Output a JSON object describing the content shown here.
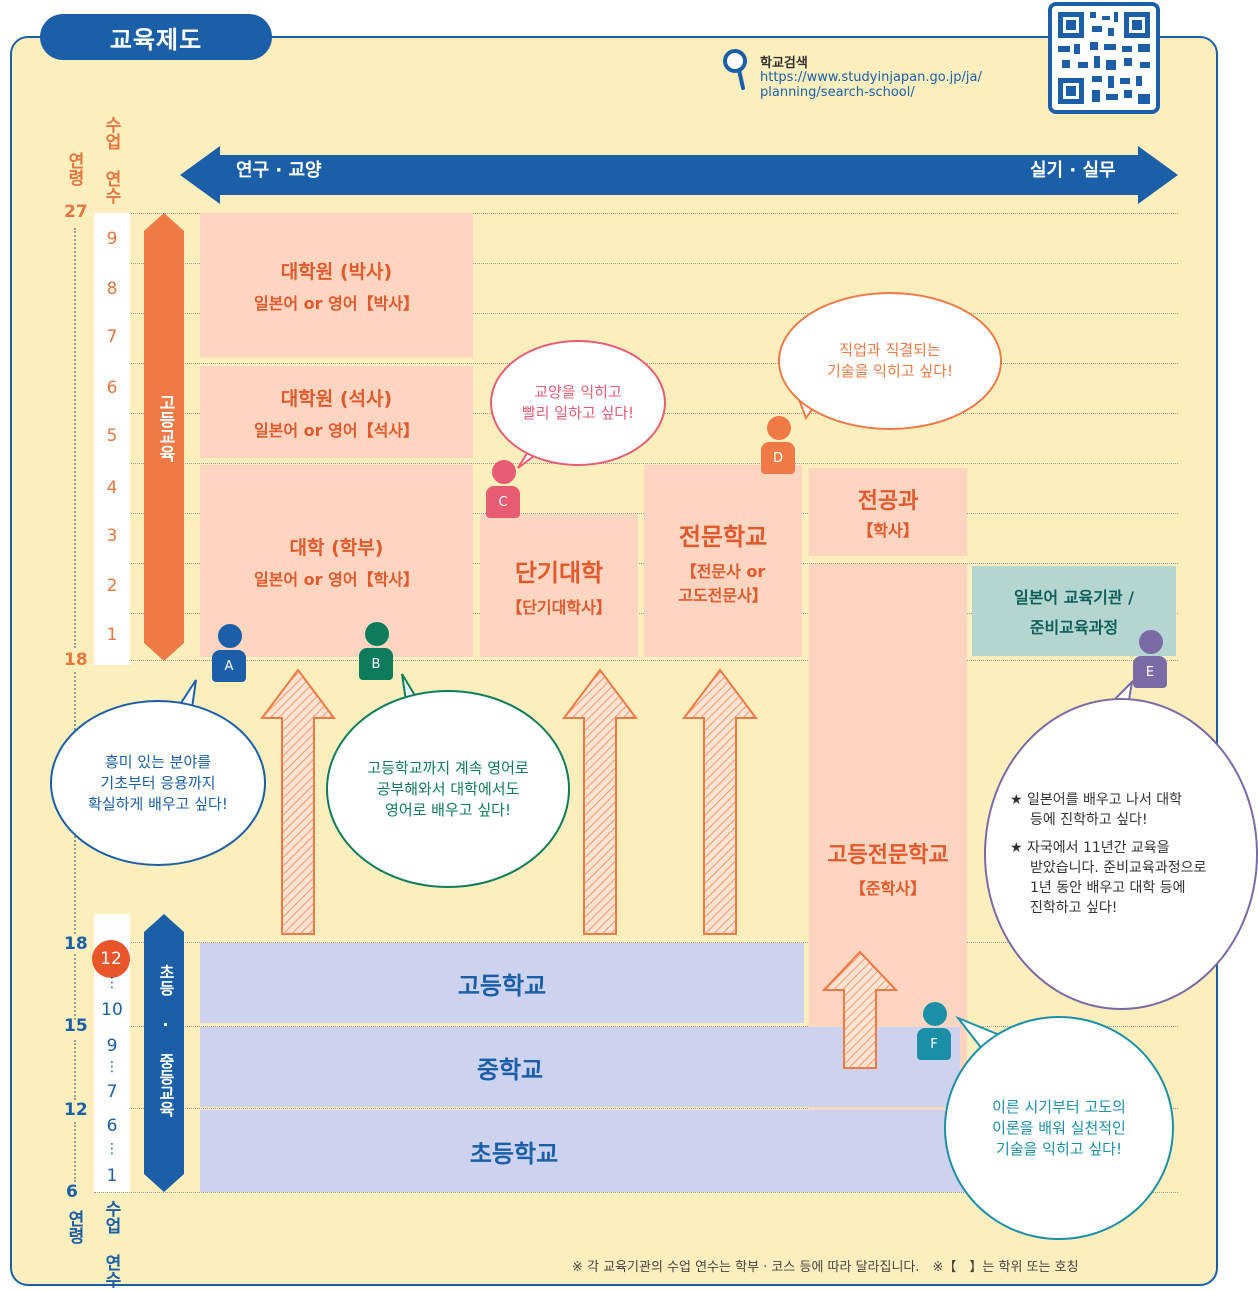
{
  "title": "교육제도",
  "search": {
    "heading": "학교검색",
    "url_line1": "https://www.studyinjapan.go.jp/ja/",
    "url_line2": "planning/search-school/"
  },
  "arrow": {
    "left": "연구 · 교양",
    "right": "실기 · 실무"
  },
  "axis_top": {
    "age_label": "연령",
    "years_label": "수업 연수"
  },
  "axis_bottom": {
    "age_label": "연령",
    "years_label": "수업 연수"
  },
  "ages": {
    "a27": "27",
    "a18_top": "18",
    "a18_low": "18",
    "a15": "15",
    "a12": "12",
    "a6": "6"
  },
  "higher_years": [
    "9",
    "8",
    "7",
    "6",
    "5",
    "4",
    "3",
    "2",
    "1"
  ],
  "lower_years": {
    "y12": "12",
    "y10": "10",
    "y9": "9",
    "y7": "7",
    "y6": "6",
    "y1": "1",
    "dots": "⋮"
  },
  "bands": {
    "higher": "고등교육",
    "lower": "초등 · 중등교육"
  },
  "boxes": {
    "doctor": {
      "title": "대학원 (박사)",
      "sub": "일본어 or 영어【박사】"
    },
    "master": {
      "title": "대학원 (석사)",
      "sub": "일본어 or 영어【석사】"
    },
    "univ": {
      "title": "대학 (학부)",
      "sub": "일본어 or 영어【학사】"
    },
    "junior": {
      "title": "단기대학",
      "sub": "【단기대학사】"
    },
    "vocational": {
      "title": "전문학교",
      "sub1": "【전문사 or",
      "sub2": "고도전문사】"
    },
    "advanced": {
      "title": "전공과",
      "sub": "【학사】"
    },
    "tech": {
      "title": "고등전문학교",
      "sub": "【준학사】"
    },
    "prep": {
      "line1": "일본어 교육기관 /",
      "line2": "준비교육과정"
    },
    "high": {
      "title": "고등학교"
    },
    "middle": {
      "title": "중학교"
    },
    "elementary": {
      "title": "초등학교"
    }
  },
  "bubbles": {
    "a": [
      "흥미 있는 분야를",
      "기초부터 응용까지",
      "확실하게 배우고 싶다!"
    ],
    "b": [
      "고등학교까지 계속 영어로",
      "공부해와서 대학에서도",
      "영어로 배우고 싶다!"
    ],
    "c": [
      "교양을 익히고",
      "빨리 일하고 싶다!"
    ],
    "d": [
      "직업과 직결되는",
      "기술을 익히고 싶다!"
    ],
    "e1": [
      "★ 일본어를 배우고 나서 대학",
      "등에 진학하고 싶다!"
    ],
    "e2": [
      "★ 자국에서 11년간 교육을",
      "받았습니다. 준비교육과정으로",
      "1년 동안 배우고 대학 등에",
      "진학하고 싶다!"
    ],
    "f": [
      "이른 시기부터 고도의",
      "이론을 배워 실천적인",
      "기술을 익히고 싶다!"
    ]
  },
  "persons": {
    "a": "A",
    "b": "B",
    "c": "C",
    "d": "D",
    "e": "E",
    "f": "F"
  },
  "footnote": "※ 각 교육기관의 수업 연수는 학부 · 코스 등에 따라 달라집니다.　※【　】는 학위 또는 호칭",
  "colors": {
    "blue": "#1a5fa8",
    "orange": "#f07a45",
    "peach": "#fdd5c1",
    "lavender": "#cdd3ee",
    "teal": "#b5d6d0",
    "green": "#0e7c5a",
    "pink": "#e85c73",
    "purple": "#7a6aa6",
    "cyan": "#1c8fa8"
  }
}
